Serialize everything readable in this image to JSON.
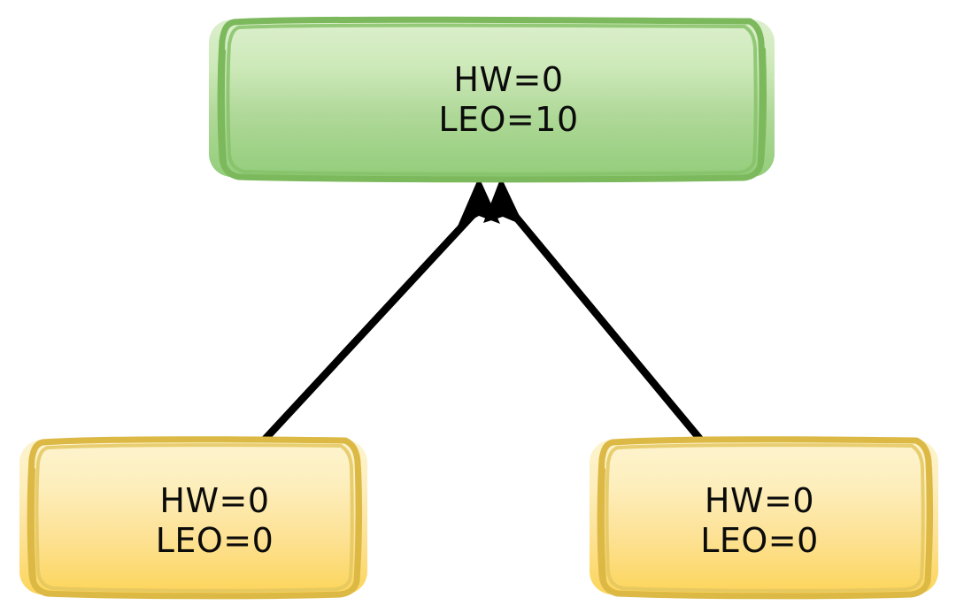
{
  "diagram": {
    "type": "state-transition-tree",
    "background_color": "#ffffff",
    "nodes": [
      {
        "id": "root",
        "role": "parent-state",
        "shape": "rounded-rectangle",
        "style": "hand-drawn",
        "fill_top": "#dcefcd",
        "fill_bottom": "#93cd7b",
        "stroke": "#7cb85c",
        "line1": "HW=0",
        "line2": "LEO=10",
        "variables": {
          "HW": 0,
          "LEO": 10
        }
      },
      {
        "id": "left",
        "role": "child-state",
        "shape": "rounded-rectangle",
        "style": "hand-drawn",
        "fill_top": "#fdf4cf",
        "fill_bottom": "#fcd55a",
        "stroke": "#dcb845",
        "line1": "HW=0",
        "line2": "LEO=0",
        "variables": {
          "HW": 0,
          "LEO": 0
        }
      },
      {
        "id": "right",
        "role": "child-state",
        "shape": "rounded-rectangle",
        "style": "hand-drawn",
        "fill_top": "#fdf4cf",
        "fill_bottom": "#fcd55a",
        "stroke": "#dcb845",
        "line1": "HW=0",
        "line2": "LEO=0",
        "variables": {
          "HW": 0,
          "LEO": 0
        }
      }
    ],
    "edges": [
      {
        "id": "edge-left-to-root",
        "from": "left",
        "to": "root",
        "arrowhead": "filled-triangle",
        "color": "#000000",
        "width": 8
      },
      {
        "id": "edge-right-to-root",
        "from": "right",
        "to": "root",
        "arrowhead": "filled-triangle",
        "color": "#000000",
        "width": 8
      }
    ]
  }
}
